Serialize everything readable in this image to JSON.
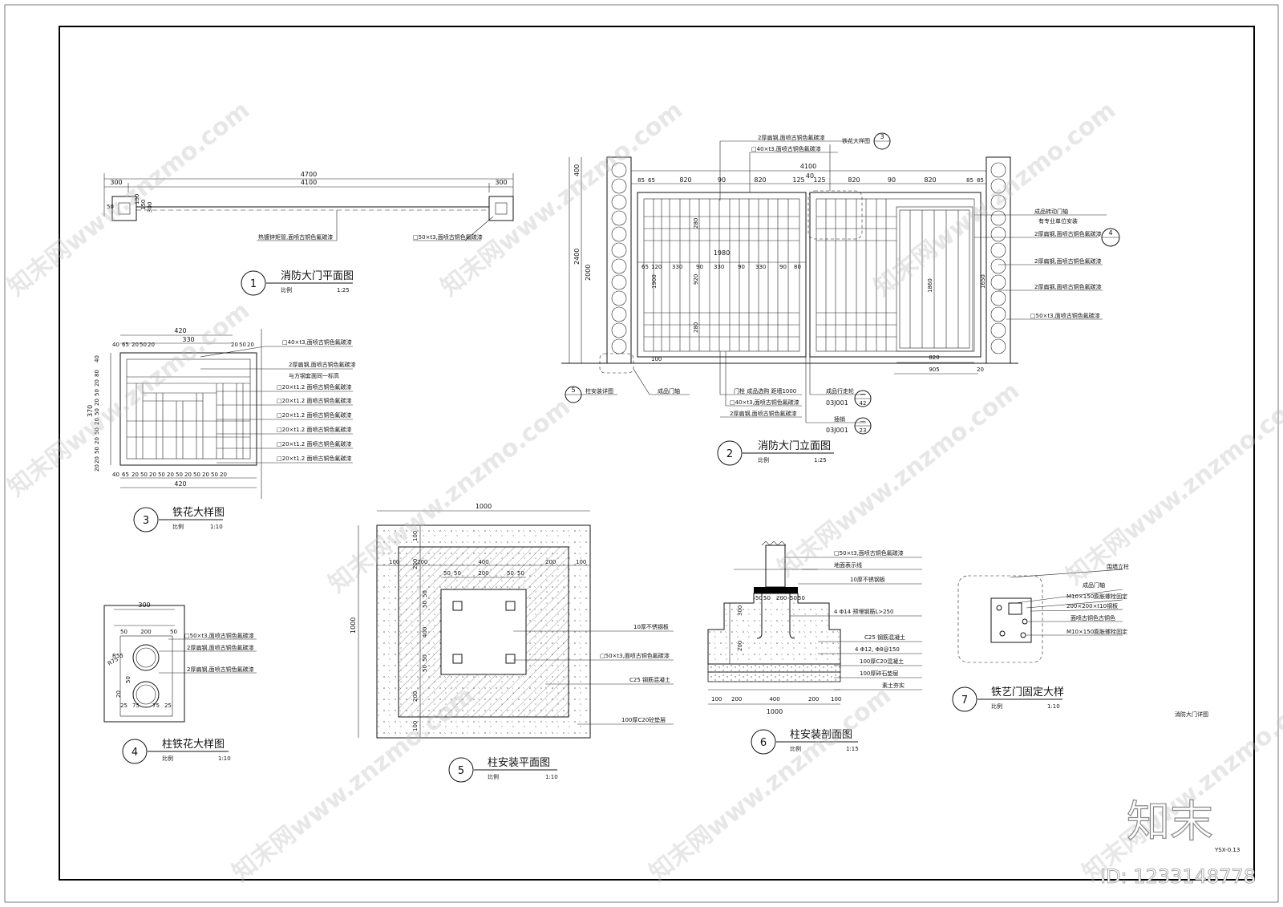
{
  "sheet": {
    "name": "消防大门详图",
    "code": "YSX-0.13"
  },
  "watermark": {
    "site": "知末网www.znzmo.com",
    "brand": "知末",
    "id": "ID: 1233148778"
  },
  "scale_word": "比例",
  "d1": {
    "num": "1",
    "title": "消防大门平面图",
    "scale": "1:25",
    "dims": {
      "total": "4700",
      "left": "300",
      "mid": "4100",
      "right": "300",
      "a": "150",
      "b": "150",
      "c": "300",
      "d": "50"
    },
    "notes": [
      "热镀锌矩管,面喷古铜色氟碳漆",
      "□50×t3,面喷古铜色氟碳漆"
    ]
  },
  "d2": {
    "num": "2",
    "title": "消防大门立面图",
    "scale": "1:25",
    "dims": {
      "top": "4100",
      "h1": "400",
      "h2": "2400",
      "h3": "2000",
      "h4": "1900",
      "h5": "920",
      "h6": "280",
      "h7": "280",
      "h8": "1980",
      "h9": "1860",
      "h10": "1650",
      "h11": "905",
      "h12": "820",
      "h13": "20",
      "h14": "100",
      "seg": [
        "820",
        "90",
        "820",
        "125",
        "40",
        "125",
        "820",
        "90",
        "820"
      ],
      "seg2": [
        "65",
        "120",
        "330",
        "90",
        "330",
        "90",
        "330",
        "90",
        "80"
      ],
      "small": [
        "85",
        "65",
        "85",
        "85",
        "40"
      ]
    },
    "callout_top": "3",
    "callout_top_label": "铁花大样图",
    "callout_right": "4",
    "callout_left": "5",
    "callout_left_label": "柱安装详图",
    "notes_top": [
      "2厚扁钢,面喷古铜色氟碳漆",
      "□40×t3,面喷古铜色氟碳漆"
    ],
    "notes_right": [
      "成品转动门轴",
      "有专业单位安装",
      "2厚扁钢,面喷古铜色氟碳漆",
      "2厚扁钢,面喷古铜色氟碳漆",
      "2厚扁钢,面喷古铜色氟碳漆",
      "□50×t3,面喷古铜色氟碳漆"
    ],
    "notes_bottom": [
      "成品门轴",
      "门栓 成品选购 距墙1000",
      "□40×t3,面喷古铜色氟碳漆",
      "2厚扁钢,面喷古铜色氟碳漆",
      "成品行走轮",
      "插销"
    ],
    "ref1": {
      "code": "03J001",
      "a": "一",
      "b": "42"
    },
    "ref2": {
      "code": "03J001",
      "a": "一",
      "b": "23"
    }
  },
  "d3": {
    "num": "3",
    "title": "铁花大样图",
    "scale": "1:10",
    "dims": {
      "w": "420",
      "inner": "330",
      "h": "370",
      "top": [
        "40",
        "65",
        "20",
        "50",
        "20"
      ],
      "right": [
        "20",
        "50",
        "20"
      ],
      "bottom": [
        "40",
        "65",
        "20",
        "50",
        "20",
        "50",
        "20",
        "50",
        "20",
        "50",
        "20",
        "50",
        "20"
      ],
      "bottom2": "420",
      "left": [
        "40",
        "80",
        "20",
        "50",
        "20",
        "50",
        "20",
        "50",
        "20",
        "50",
        "20",
        "20"
      ]
    },
    "notes": [
      "□40×t3,面喷古铜色氟碳漆",
      "2厚扁钢,面喷古铜色氟碳漆",
      "与方钢套面同一标高",
      "□20×t1.2 面喷古铜色氟碳漆",
      "□20×t1.2 面喷古铜色氟碳漆",
      "□20×t1.2 面喷古铜色氟碳漆",
      "□20×t1.2 面喷古铜色氟碳漆",
      "□20×t1.2 面喷古铜色氟碳漆",
      "□20×t1.2 面喷古铜色氟碳漆"
    ]
  },
  "d4": {
    "num": "4",
    "title": "柱铁花大样图",
    "scale": "1:10",
    "dims": {
      "w": "300",
      "a": "50",
      "b": "200",
      "c": "50",
      "r1": "R55",
      "r2": "R75",
      "e": "50",
      "f": "20",
      "g": "25",
      "h": "75",
      "i": "75",
      "j": "25"
    },
    "notes": [
      "□50×t3,面喷古铜色氟碳漆",
      "2厚扁钢,面喷古铜色氟碳漆",
      "2厚扁钢,面喷古铜色氟碳漆"
    ]
  },
  "d5": {
    "num": "5",
    "title": "柱安装平面图",
    "scale": "1:10",
    "dims": {
      "w": "1000",
      "h": "1000",
      "top": [
        "100",
        "200",
        "400",
        "200",
        "100"
      ],
      "inner": [
        "50",
        "50",
        "200",
        "50",
        "50"
      ],
      "left": [
        "100",
        "200",
        "50",
        "50",
        "400",
        "50",
        "50",
        "200",
        "100"
      ]
    },
    "notes": [
      "10厚不锈钢板",
      "□50×t3,面喷古铜色氟碳漆",
      "C25 钢筋混凝土",
      "100厚C20砼垫层"
    ]
  },
  "d6": {
    "num": "6",
    "title": "柱安装剖面图",
    "scale": "1:15",
    "dims": {
      "bottom": [
        "100",
        "200",
        "400",
        "200",
        "100"
      ],
      "total": "1000",
      "top": [
        "50",
        "50",
        "200",
        "50",
        "50"
      ],
      "h1": "300",
      "h2": "200"
    },
    "notes": [
      "□50×t3,面喷古铜色氟碳漆",
      "地面表示线",
      "10厚不锈钢板",
      "4 Φ14 预埋钢筋L>250",
      "C25 钢筋混凝土",
      "4 Φ12, Φ8@150",
      "100厚C20混凝土",
      "100厚碎石垫层",
      "素土夯实"
    ]
  },
  "d7": {
    "num": "7",
    "title": "铁艺门固定大样",
    "scale": "1:10",
    "notes": [
      "围墙立柱",
      "成品门轴",
      "M10×150膨胀螺栓固定",
      "200×200×t10钢板",
      "面喷古铜色古铜色",
      "M10×150膨胀螺栓固定"
    ]
  }
}
